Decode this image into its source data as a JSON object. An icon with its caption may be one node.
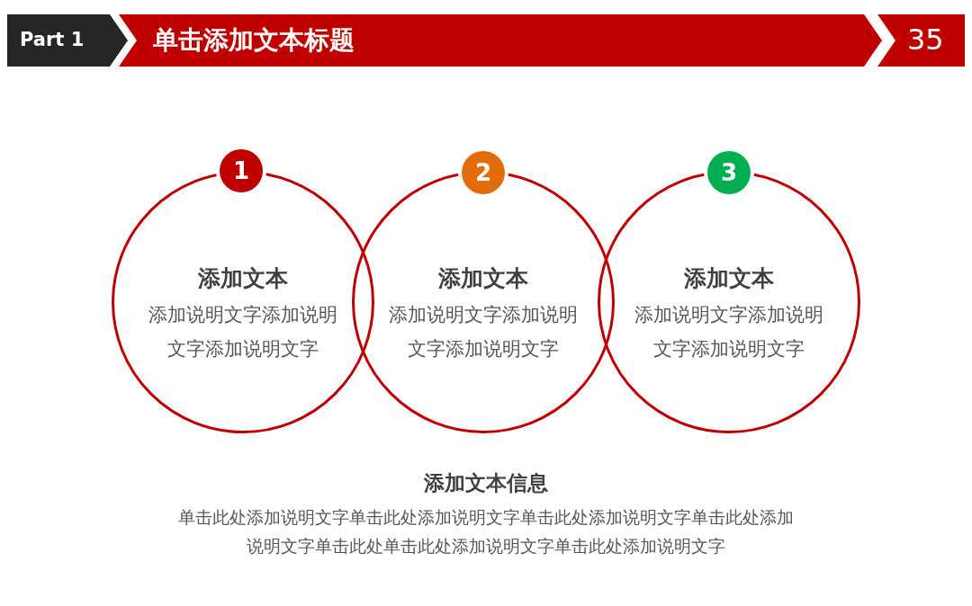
{
  "diagram": {
    "title": "单击添加文本标题",
    "nodes": [
      {
        "text": [
          "1"
        ]
      },
      {
        "text": [
          "2"
        ]
      },
      {
        "text": [
          "3"
        ]
      },
      {
        "text": [
          "添加文本",
          "添加说明文字添加说明文字添加说明文字"
        ]
      },
      {
        "text": [
          "添加文本",
          "添加说明文字添加说明文字添加说明文字"
        ]
      },
      {
        "text": [
          "添加文本",
          "添加说明文字添加说明文字添加说明文字"
        ]
      }
    ],
    "labels": [
      "Part 1",
      "35",
      "添加文本信息",
      "单击此处添加说明文字单击此处添加说明文字单击此处添加说明文字单击此处添加说明文字单击此处单击此处添加说明文字单击此处添加说明文字"
    ]
  }
}
